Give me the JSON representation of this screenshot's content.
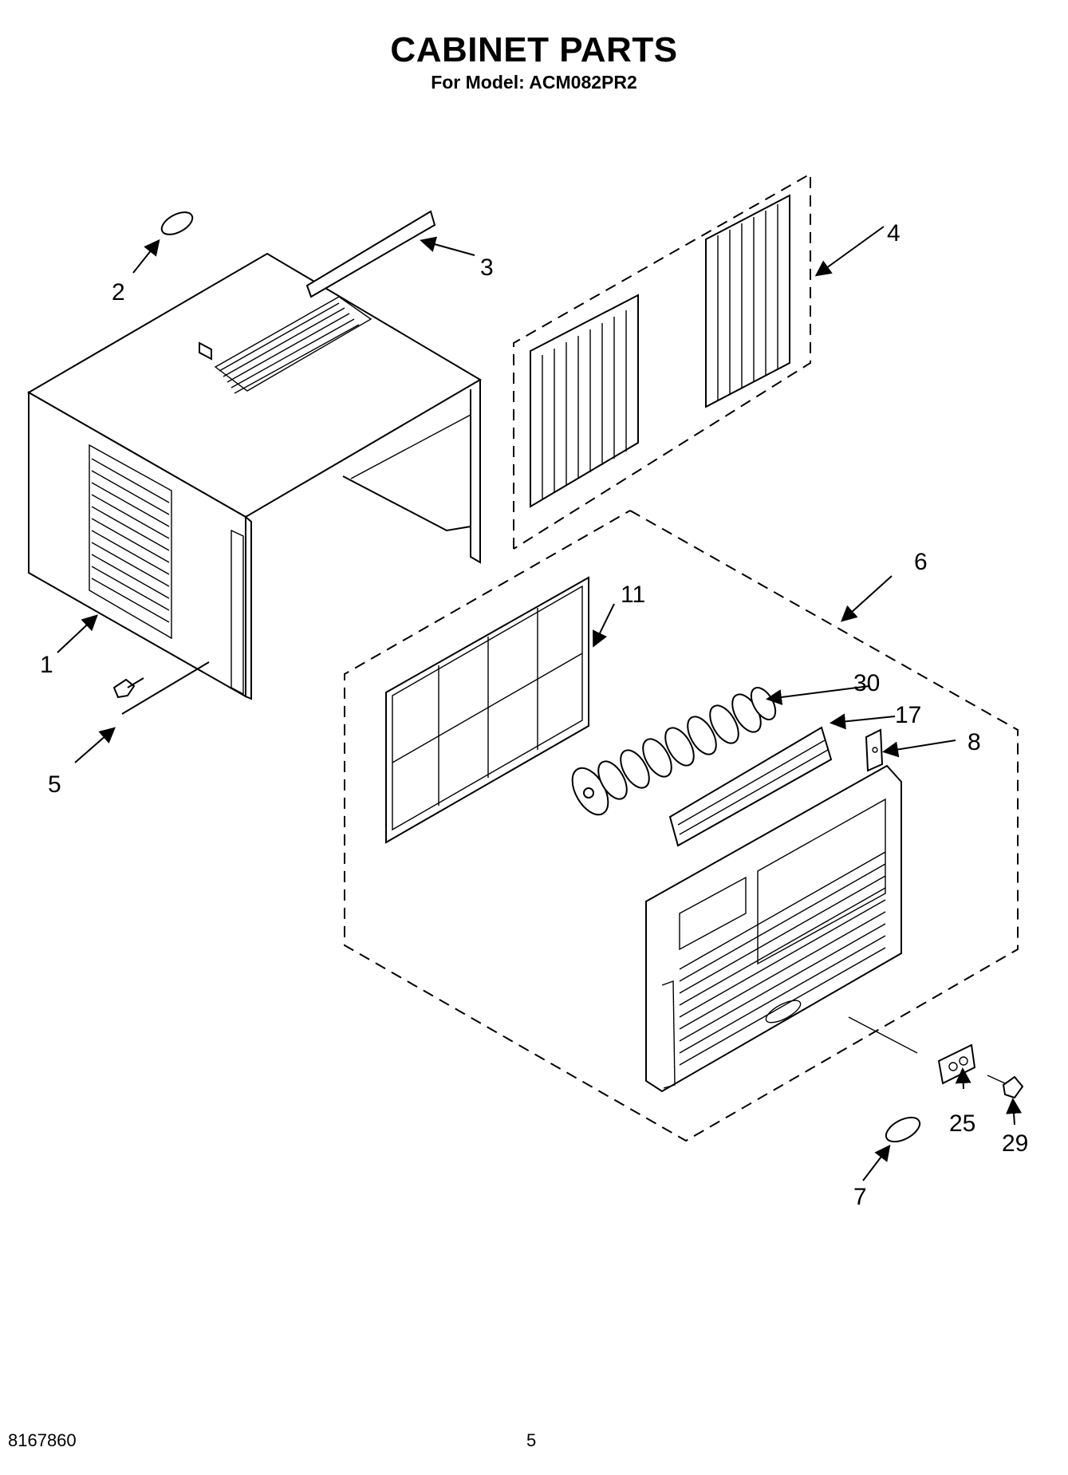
{
  "header": {
    "title": "CABINET PARTS",
    "subtitle": "For Model: ACM082PR2"
  },
  "footer": {
    "doc_number": "8167860",
    "page_number": "5"
  },
  "callouts": [
    "1",
    "2",
    "3",
    "4",
    "5",
    "6",
    "7",
    "8",
    "11",
    "17",
    "25",
    "29",
    "30"
  ]
}
